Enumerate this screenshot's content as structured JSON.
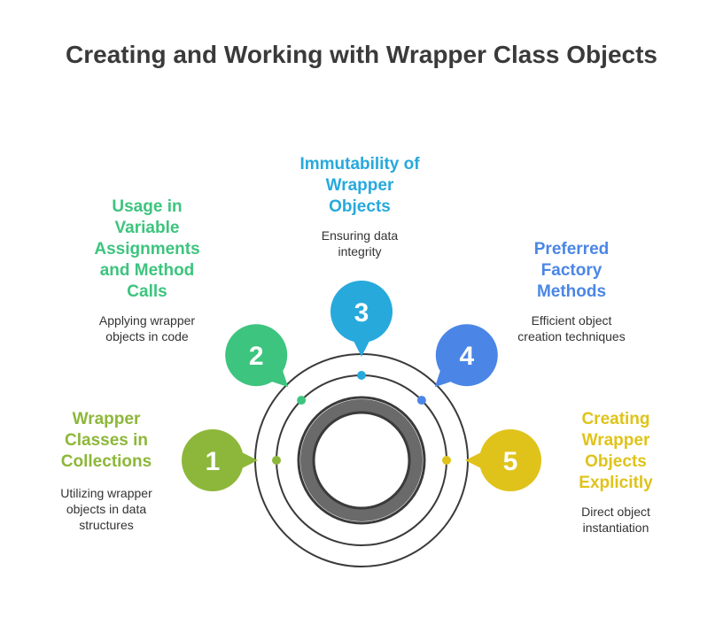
{
  "title": "Creating and Working with Wrapper Class Objects",
  "colors": {
    "step1": "#8db73a",
    "step2": "#3dc47e",
    "step3": "#27a9dc",
    "step4": "#4b86e6",
    "step5": "#dfc31b",
    "ring": "#3a3a3a",
    "core_fill": "#6a6a6a",
    "core_stroke": "#3a3a3a"
  },
  "steps": [
    {
      "number": "1",
      "heading": "Wrapper\nClasses in\nCollections",
      "description": "Utilizing wrapper\nobjects in data\nstructures"
    },
    {
      "number": "2",
      "heading": "Usage in\nVariable\nAssignments\nand Method\nCalls",
      "description": "Applying wrapper\nobjects in code"
    },
    {
      "number": "3",
      "heading": "Immutability of\nWrapper\nObjects",
      "description": "Ensuring data\nintegrity"
    },
    {
      "number": "4",
      "heading": "Preferred\nFactory\nMethods",
      "description": "Efficient object\ncreation techniques"
    },
    {
      "number": "5",
      "heading": "Creating\nWrapper\nObjects\nExplicitly",
      "description": "Direct object\ninstantiation"
    }
  ]
}
